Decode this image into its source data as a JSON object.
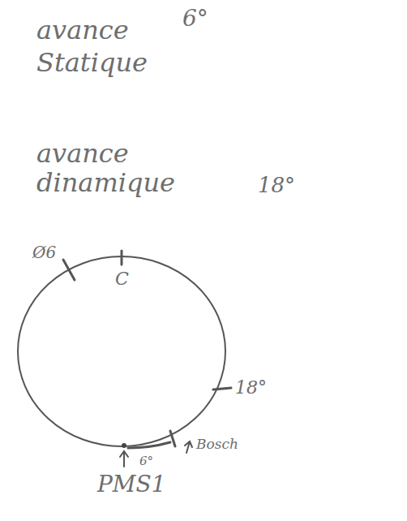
{
  "diagram": {
    "labels": [
      "avance",
      "6°",
      "Statique",
      "avance",
      "dinamique",
      "18°",
      "Ø6",
      "C",
      "18°",
      "6°",
      "Bosch",
      "PMS1"
    ]
  }
}
